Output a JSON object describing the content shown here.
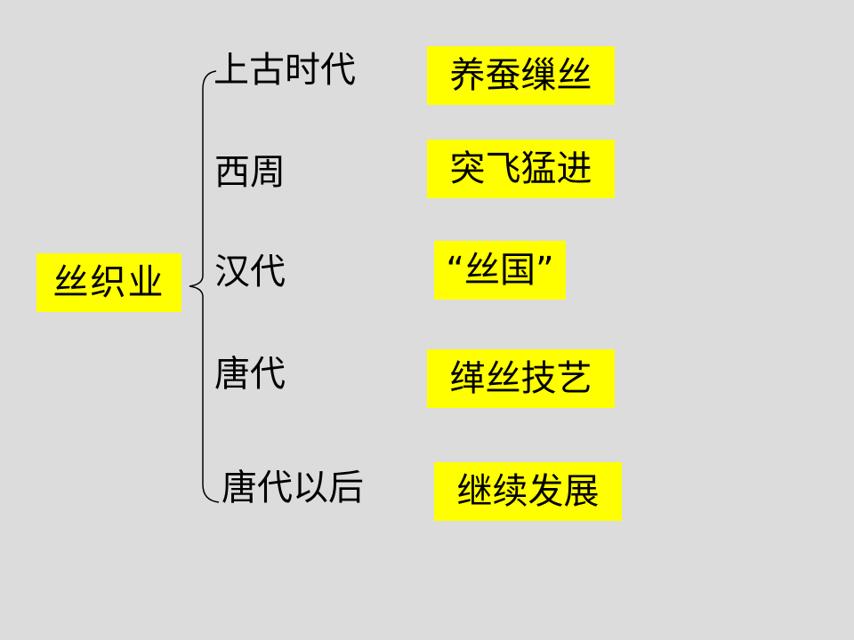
{
  "diagram": {
    "root": {
      "label": "丝织业",
      "color": "#ffff00"
    },
    "background_color": "#dcdcdc",
    "branches": [
      {
        "era": "上古时代",
        "achievement": "养蚕缫丝"
      },
      {
        "era": "西周",
        "achievement": "突飞猛进"
      },
      {
        "era": "汉代",
        "achievement": "“丝国”"
      },
      {
        "era": "唐代",
        "achievement": "缂丝技艺"
      },
      {
        "era": "唐代以后",
        "achievement": "继续发展"
      }
    ]
  }
}
